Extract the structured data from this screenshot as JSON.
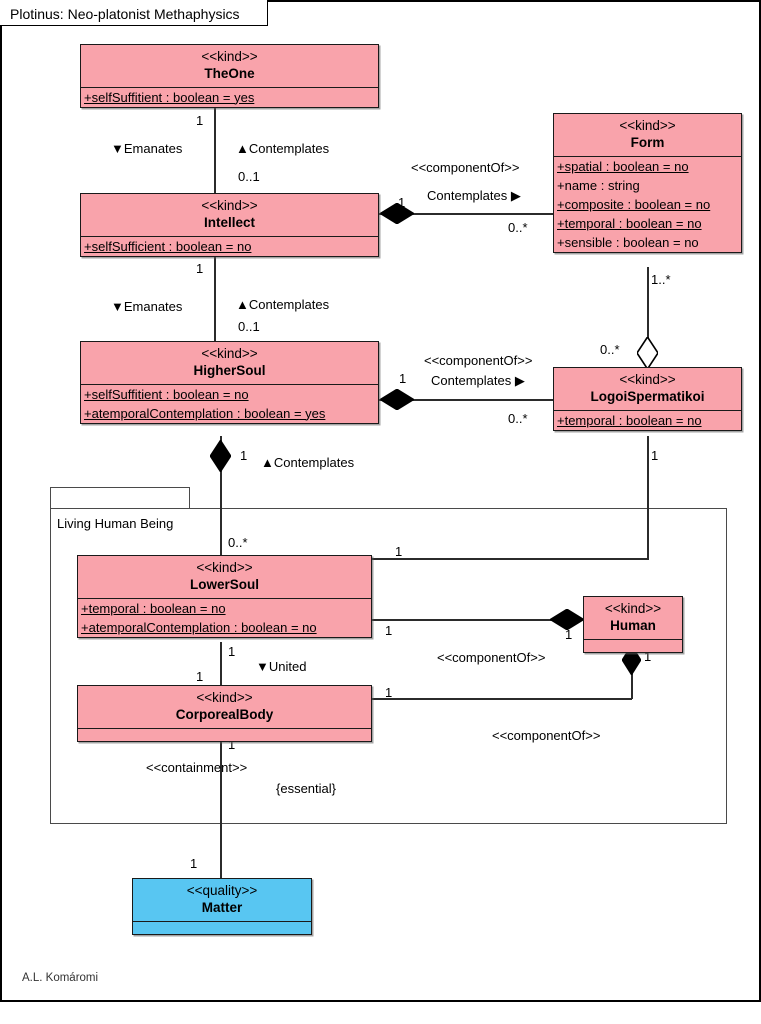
{
  "diagram": {
    "title": "Plotinus: Neo-platonist Methaphysics",
    "credit": "A.L. Komáromi",
    "colors": {
      "kind_fill": "#f9a3ab",
      "quality_fill": "#58c6f2",
      "line": "#2b2b2b",
      "border": "#1a1a1a",
      "background": "#ffffff"
    }
  },
  "package": {
    "label": "Living Human Being"
  },
  "classes": {
    "theone": {
      "stereotype": "<<kind>>",
      "name": "TheOne",
      "attributes": [
        {
          "text": "+selfSuffitient : boolean = yes",
          "underline": true
        }
      ]
    },
    "intellect": {
      "stereotype": "<<kind>>",
      "name": "Intellect",
      "attributes": [
        {
          "text": "+selfSufficient : boolean = no",
          "underline": true
        }
      ]
    },
    "form": {
      "stereotype": "<<kind>>",
      "name": "Form",
      "attributes": [
        {
          "text": "+spatial : boolean = no",
          "underline": true
        },
        {
          "text": "+name : string",
          "underline": false
        },
        {
          "text": "+composite : boolean = no",
          "underline": true
        },
        {
          "text": "+temporal : boolean = no",
          "underline": true
        },
        {
          "text": "+sensible : boolean = no",
          "underline": false
        }
      ]
    },
    "highersoul": {
      "stereotype": "<<kind>>",
      "name": "HigherSoul",
      "attributes": [
        {
          "text": "+selfSuffitient : boolean = no",
          "underline": true
        },
        {
          "text": "+atemporalContemplation : boolean = yes",
          "underline": true
        }
      ]
    },
    "logoispermatikoi": {
      "stereotype": "<<kind>>",
      "name": "LogoiSpermatikoi",
      "attributes": [
        {
          "text": "+temporal : boolean = no",
          "underline": true
        }
      ]
    },
    "lowersoul": {
      "stereotype": "<<kind>>",
      "name": "LowerSoul",
      "attributes": [
        {
          "text": "+temporal : boolean = no",
          "underline": true
        },
        {
          "text": "+atemporalContemplation : boolean = no",
          "underline": true
        }
      ]
    },
    "human": {
      "stereotype": "<<kind>>",
      "name": "Human",
      "attributes": []
    },
    "corporealbody": {
      "stereotype": "<<kind>>",
      "name": "CorporealBody",
      "attributes": []
    },
    "matter": {
      "stereotype": "<<quality>>",
      "name": "Matter",
      "attributes": []
    }
  },
  "labels": {
    "one_intellect_src_mult": "1",
    "one_intellect_emanates": "▼Emanates",
    "one_intellect_contemplates": "▲Contemplates",
    "one_intellect_tgt_mult": "0..1",
    "intellect_form_stereotype": "<<componentOf>>",
    "intellect_form_name": "Contemplates ▶",
    "intellect_form_src_mult": "1",
    "intellect_form_tgt_mult": "0..*",
    "intellect_higher_src_mult": "1",
    "intellect_higher_emanates": "▼Emanates",
    "intellect_higher_contemplates": "▲Contemplates",
    "intellect_higher_tgt_mult": "0..1",
    "form_logoi_src_mult": "1..*",
    "form_logoi_tgt_mult": "0..*",
    "higher_logoi_stereotype": "<<componentOf>>",
    "higher_logoi_name": "Contemplates ▶",
    "higher_logoi_src_mult": "1",
    "higher_logoi_tgt_mult": "0..*",
    "higher_lower_src_mult": "1",
    "higher_lower_contemplates": "▲Contemplates",
    "higher_lower_tgt_mult": "0..*",
    "logoi_lower_src_mult": "1",
    "logoi_lower_tgt_mult": "1",
    "lower_human_src_mult": "1",
    "lower_human_tgt_mult": "1",
    "lower_human_stereotype": "<<componentOf>>",
    "lower_corporeal_src_mult": "1",
    "lower_corporeal_tgt_mult": "1",
    "lower_corporeal_united": "▼United",
    "corporeal_human_src_mult": "1",
    "corporeal_human_tgt_mult": "1",
    "corporeal_human_stereotype": "<<componentOf>>",
    "corporeal_matter_src_mult": "1",
    "corporeal_matter_tgt_mult": "1",
    "corporeal_matter_stereotype": "<<containment>>",
    "corporeal_matter_constraint": "{essential}"
  }
}
